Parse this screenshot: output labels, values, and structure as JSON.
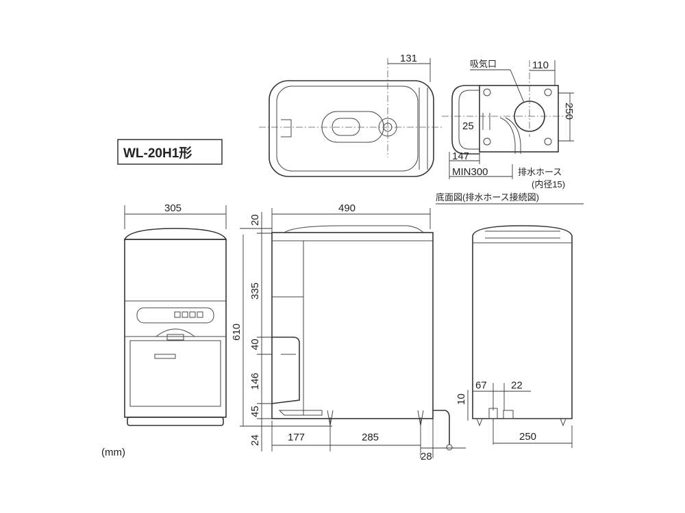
{
  "model": "WL-20H1形",
  "unit": "(mm)",
  "top_view": {
    "dim_131": "131"
  },
  "bottom_view": {
    "intake_label": "吸気口",
    "dim_110": "110",
    "dim_250": "250",
    "dim_25": "25",
    "dim_147": "147",
    "dim_min300": "MIN300",
    "drain_hose": "排水ホース",
    "inner_diameter": "(内径15)",
    "caption": "底面図(排水ホース接続図)"
  },
  "front_view": {
    "dim_305": "305"
  },
  "side_view": {
    "dim_490": "490",
    "dim_20": "20",
    "dim_335": "335",
    "dim_610": "610",
    "dim_40": "40",
    "dim_146": "146",
    "dim_45": "45",
    "dim_24": "24",
    "dim_177": "177",
    "dim_285": "285",
    "dim_28": "28"
  },
  "back_view": {
    "dim_10": "10",
    "dim_67": "67",
    "dim_22": "22",
    "dim_250": "250"
  }
}
